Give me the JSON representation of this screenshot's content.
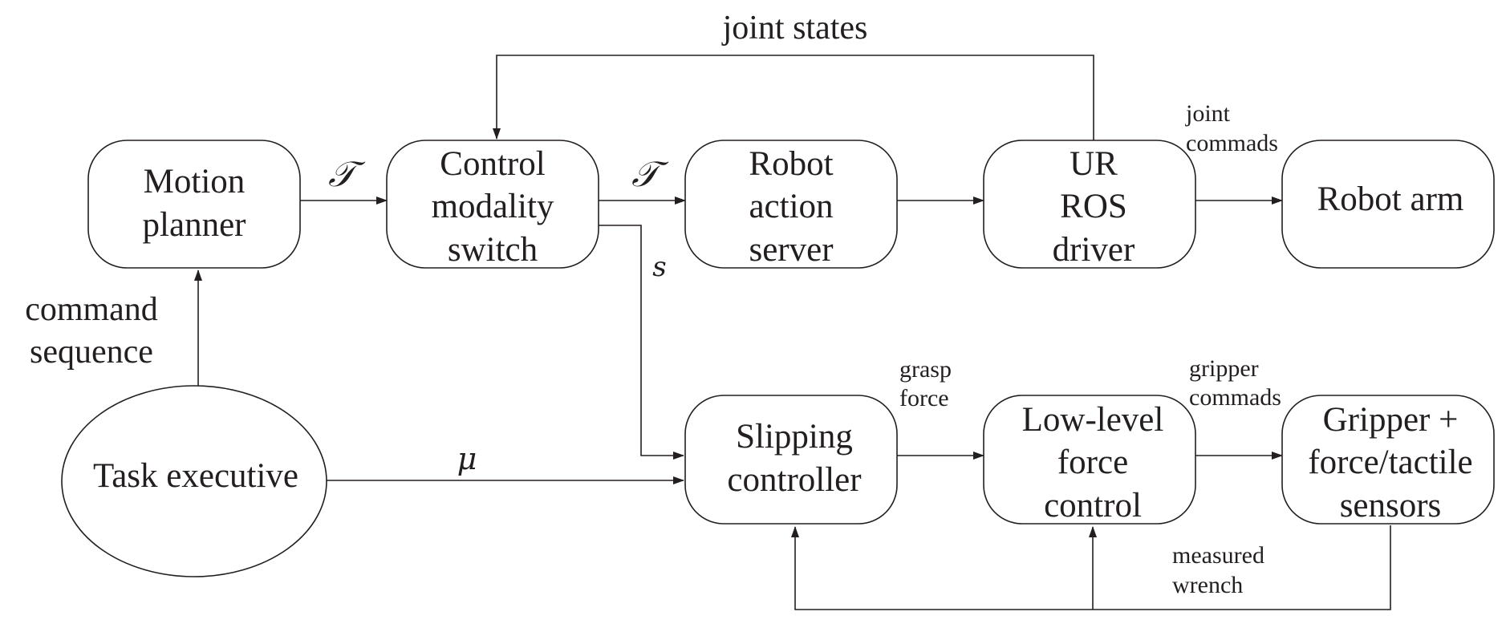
{
  "nodes": {
    "motion_planner": [
      "Motion",
      "planner"
    ],
    "control_switch": [
      "Control",
      "modality",
      "switch"
    ],
    "robot_action_server": [
      "Robot",
      "action",
      "server"
    ],
    "ur_ros_driver": [
      "UR",
      "ROS",
      "driver"
    ],
    "robot_arm": [
      "Robot arm"
    ],
    "task_executive": [
      "Task executive"
    ],
    "slipping_controller": [
      "Slipping",
      "controller"
    ],
    "low_level_force": [
      "Low-level",
      "force",
      "control"
    ],
    "gripper_sensors": [
      "Gripper +",
      "force/tactile",
      "sensors"
    ]
  },
  "labels": {
    "joint_states": "joint states",
    "joint_commands": [
      "joint",
      "commads"
    ],
    "command_sequence": [
      "command",
      "sequence"
    ],
    "grasp_force": [
      "grasp",
      "force"
    ],
    "gripper_commands": [
      "gripper",
      "commads"
    ],
    "measured_wrench": [
      "measured",
      "wrench"
    ],
    "tau_1": "𝒯",
    "tau_2": "𝒯",
    "s": "s",
    "mu": "μ"
  },
  "colors": {
    "stroke": "#231f20",
    "background": "#ffffff"
  }
}
